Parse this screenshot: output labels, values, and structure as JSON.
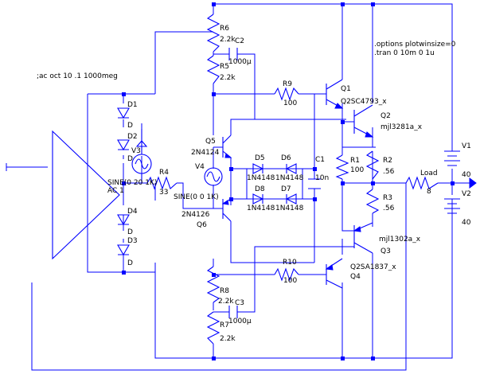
{
  "colors": {
    "wire": "#0000FF",
    "text": "#000000",
    "background": "#FFFFFF"
  },
  "directives": {
    "ac": ";ac oct 10 .1 1000meg",
    "options": ".options plotwinsize=0",
    "tran": ".tran 0 10m 0 1u"
  },
  "resistors": {
    "r6": {
      "name": "R6",
      "value": "2.2k"
    },
    "r5": {
      "name": "R5",
      "value": "2.2k"
    },
    "r9": {
      "name": "R9",
      "value": "100"
    },
    "r1": {
      "name": "R1",
      "value": "100"
    },
    "r2": {
      "name": "R2",
      "value": ".56"
    },
    "r3": {
      "name": "R3",
      "value": ".56"
    },
    "r4": {
      "name": "R4",
      "value": "33"
    },
    "r10": {
      "name": "R10",
      "value": "100"
    },
    "r8": {
      "name": "R8",
      "value": "2.2k"
    },
    "r7": {
      "name": "R7",
      "value": "2.2k"
    },
    "load": {
      "name": "Load",
      "value": "8"
    }
  },
  "capacitors": {
    "c2": {
      "name": "C2",
      "value": "1000µ"
    },
    "c1": {
      "name": "C1",
      "value": "10n"
    },
    "c3": {
      "name": "C3",
      "value": "1000µ"
    }
  },
  "transistors": {
    "q1": {
      "name": "Q1",
      "model": "Q2SC4793_x"
    },
    "q2": {
      "name": "Q2",
      "model": "mjl3281a_x"
    },
    "q5": {
      "name": "Q5",
      "model": "2N4124"
    },
    "q6": {
      "name": "Q6",
      "model": "2N4126"
    },
    "q3": {
      "name": "Q3",
      "model": "mjl1302a_x"
    },
    "q4": {
      "name": "Q4",
      "model": "Q2SA1837_x"
    }
  },
  "diodes": {
    "d1": {
      "name": "D1",
      "model": "D"
    },
    "d2": {
      "name": "D2",
      "model": "D"
    },
    "d3": {
      "name": "D3",
      "model": "D"
    },
    "d4": {
      "name": "D4",
      "model": "D"
    },
    "d5": {
      "name": "D5",
      "model": "1N4148"
    },
    "d6": {
      "name": "D6",
      "model": "1N4148"
    },
    "d7": {
      "name": "D7",
      "model": "1N4148"
    },
    "d8": {
      "name": "D8",
      "model": "1N4148"
    }
  },
  "sources": {
    "v3": {
      "name": "V3",
      "value": "SINE(0 20 1K)",
      "ac": "AC 1"
    },
    "v4": {
      "name": "V4",
      "value": "SINE(0 0 1K)"
    },
    "v1": {
      "name": "V1",
      "value": "40"
    },
    "v2": {
      "name": "V2",
      "value": "40"
    }
  }
}
